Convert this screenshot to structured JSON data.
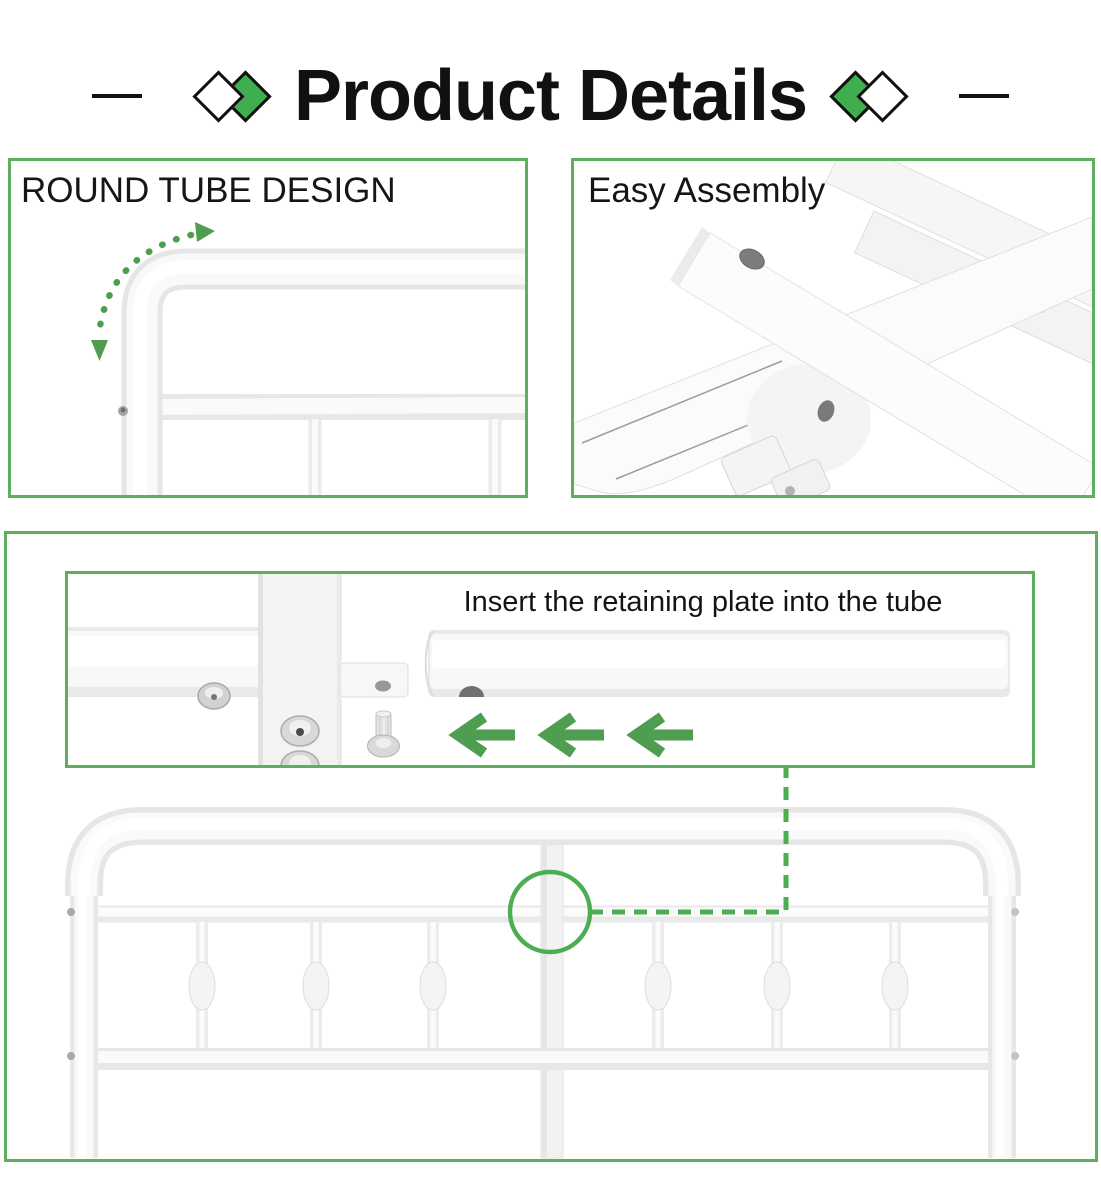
{
  "header": {
    "title": "Product Details"
  },
  "panels": {
    "round_tube": {
      "title": "ROUND TUBE DESIGN"
    },
    "easy_assembly": {
      "title": "Easy Assembly"
    },
    "retaining_plate": {
      "caption": "Insert the retaining plate into the tube"
    }
  },
  "icons": {
    "ornament": "overlapping-diamonds",
    "curved_arrow": "green-dotted-curved-arrow",
    "insert_arrows": "three-left-arrows",
    "highlight": "green-circle-callout",
    "connector": "green-dashed-connector"
  },
  "colors": {
    "border_green": "#5fae5f",
    "accent_green": "#4e9d50",
    "diamond_green": "#3fae4e",
    "dash_green": "#4cae52",
    "line_black": "#111111"
  }
}
